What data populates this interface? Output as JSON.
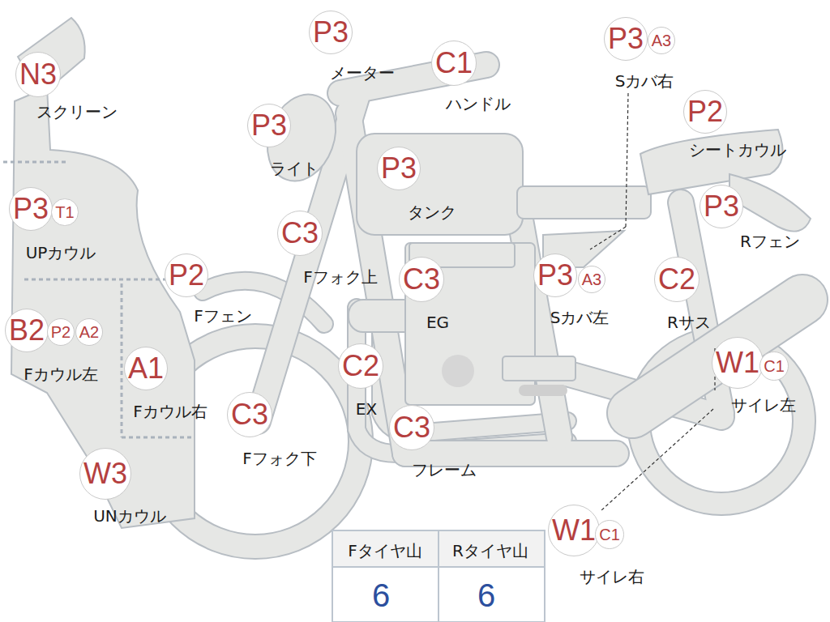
{
  "diagram": {
    "nodes": [
      {
        "text": [
          "N3"
        ]
      },
      {
        "text": [
          "P3"
        ]
      },
      {
        "text": [
          "C1"
        ]
      },
      {
        "text": [
          "P3"
        ]
      },
      {
        "text": [
          "A3"
        ]
      },
      {
        "text": [
          "P2"
        ]
      },
      {
        "text": [
          "P3"
        ]
      },
      {
        "text": [
          "P3"
        ]
      },
      {
        "text": [
          "P3"
        ]
      },
      {
        "text": [
          "P3"
        ]
      },
      {
        "text": [
          "T1"
        ]
      },
      {
        "text": [
          "C3"
        ]
      },
      {
        "text": [
          "P2"
        ]
      },
      {
        "text": [
          "C3"
        ]
      },
      {
        "text": [
          "P3"
        ]
      },
      {
        "text": [
          "A3"
        ]
      },
      {
        "text": [
          "C2"
        ]
      },
      {
        "text": [
          "B2"
        ]
      },
      {
        "text": [
          "P2"
        ]
      },
      {
        "text": [
          "A2"
        ]
      },
      {
        "text": [
          "A1"
        ]
      },
      {
        "text": [
          "C2"
        ]
      },
      {
        "text": [
          "W1"
        ]
      },
      {
        "text": [
          "C1"
        ]
      },
      {
        "text": [
          "C3"
        ]
      },
      {
        "text": [
          "C3"
        ]
      },
      {
        "text": [
          "W3"
        ]
      },
      {
        "text": [
          "W1"
        ]
      },
      {
        "text": [
          "C1"
        ]
      }
    ],
    "labels": [
      "スクリーン",
      "メーター",
      "ハンドル",
      "Sカバ右",
      "シートカウル",
      "ライト",
      "タンク",
      "Rフェン",
      "UPカウル",
      "Fフォク上",
      "Fフェン",
      "EG",
      "Sカバ左",
      "Rサス",
      "Fカウル左",
      "Fカウル右",
      "EX",
      "サイレ左",
      "Fフォク下",
      "フレーム",
      "UNカウル",
      "サイレ右",
      "Fタイヤ山",
      "Rタイヤ山",
      "6",
      "6"
    ]
  }
}
